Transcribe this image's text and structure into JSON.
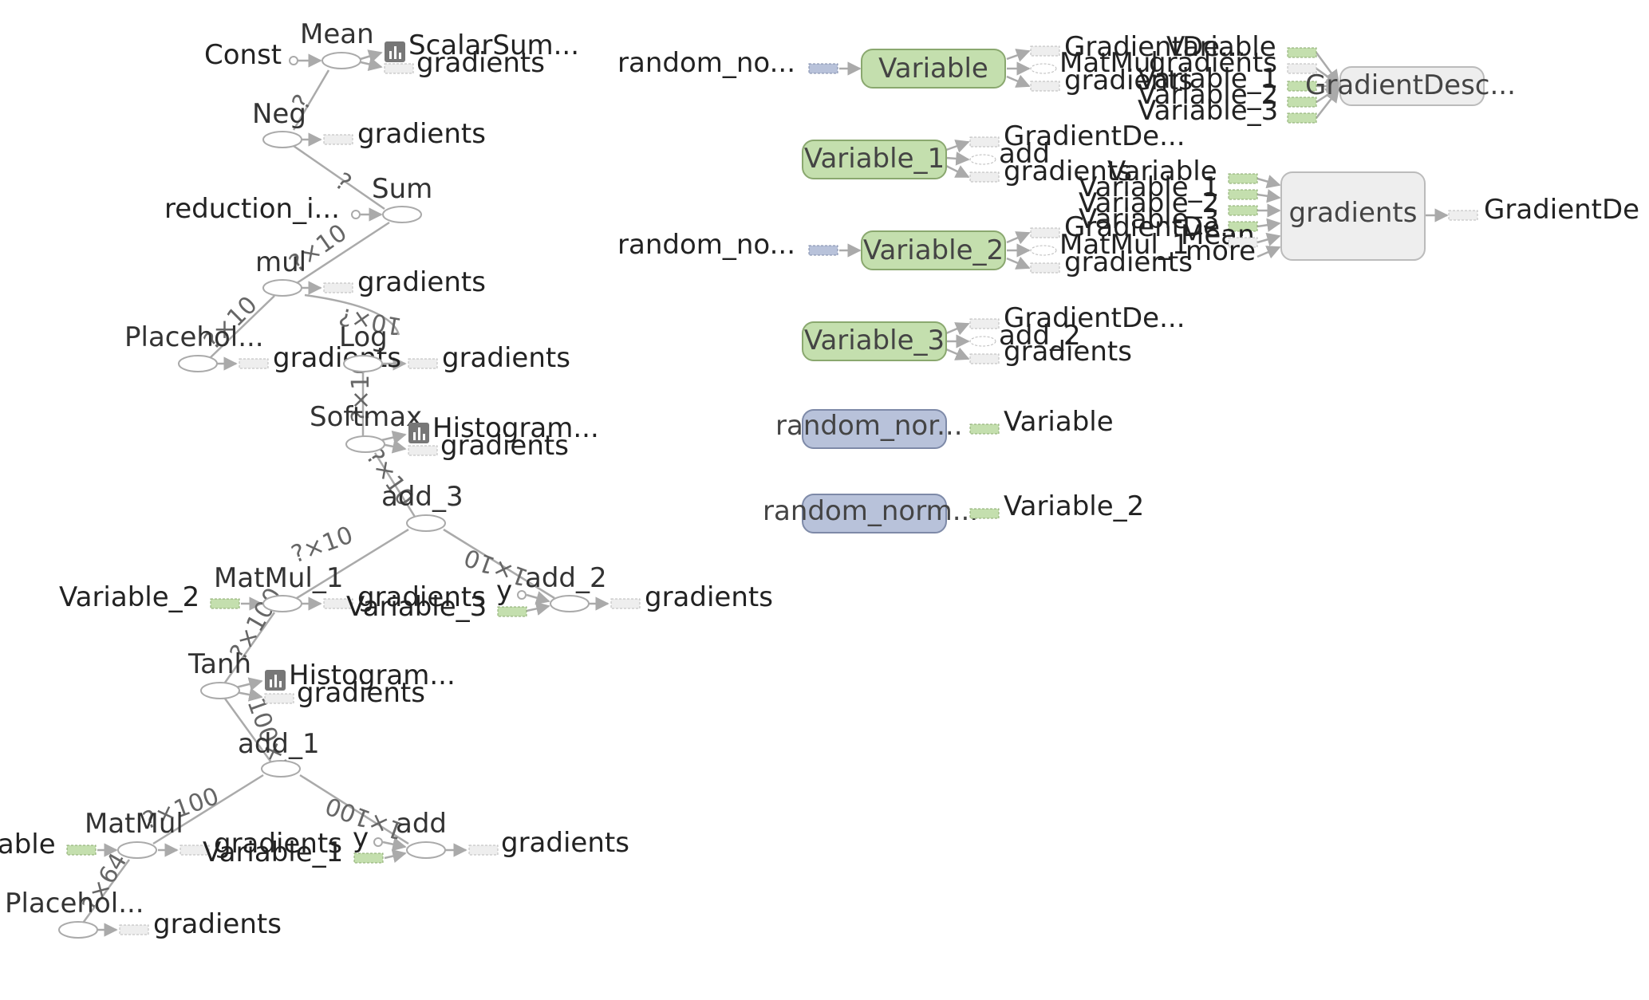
{
  "colors": {
    "edge": "#aaaaaa",
    "op_stroke": "#aaaaaa",
    "variable_fill": "#c4dfae",
    "variable_stroke": "#8aa86f",
    "random_fill": "#b8c2da",
    "random_stroke": "#7e8aa8",
    "gradient_fill": "#eeeeee",
    "gradient_stroke": "#bbbbbb",
    "summary_icon": "#777777"
  },
  "ops": [
    {
      "id": "const",
      "label": "Const"
    },
    {
      "id": "mean",
      "label": "Mean"
    },
    {
      "id": "neg",
      "label": "Neg"
    },
    {
      "id": "sum",
      "label": "Sum"
    },
    {
      "id": "reduction_i",
      "label": "reduction_i..."
    },
    {
      "id": "mul",
      "label": "mul"
    },
    {
      "id": "placeholder_top",
      "label": "Placehol..."
    },
    {
      "id": "log",
      "label": "Log"
    },
    {
      "id": "softmax",
      "label": "Softmax"
    },
    {
      "id": "add_3",
      "label": "add_3"
    },
    {
      "id": "matmul_1",
      "label": "MatMul_1"
    },
    {
      "id": "add_2",
      "label": "add_2"
    },
    {
      "id": "tanh",
      "label": "Tanh"
    },
    {
      "id": "add_1",
      "label": "add_1"
    },
    {
      "id": "matmul",
      "label": "MatMul"
    },
    {
      "id": "add",
      "label": "add"
    },
    {
      "id": "placeholder_bottom",
      "label": "Placehol..."
    }
  ],
  "side_labels": {
    "scalar_summary": "ScalarSum...",
    "histogram_softmax": "Histogram...",
    "histogram_tanh": "Histogram...",
    "gradients": "gradients",
    "variable_2": "Variable_2",
    "variable_3": "Variable_3",
    "variable_left": "Variable",
    "variable_1": "Variable_1",
    "y": "y",
    "random_no": "random_no..."
  },
  "edge_labels": {
    "q": "?",
    "q_x_10": "?×10",
    "ten_x_q": "10×?",
    "q_x_100": "?×100",
    "hundred_x_q": "100×?",
    "one_x_10": "1×10",
    "one_x_100": "1×100",
    "q_x_64": "?×64"
  },
  "right": {
    "variable": "Variable",
    "variable_1": "Variable_1",
    "variable_2": "Variable_2",
    "variable_3": "Variable_3",
    "random_nor": "random_nor...",
    "random_norm": "random_norm...",
    "gradients": "gradients",
    "gradient_descent": "GradientDesc...",
    "gradient_de": "GradientDe...",
    "gradient_de_out": "GradientDe",
    "matmul_short": "MatMul",
    "matmul_1_short": "MatMul_1",
    "add": "add",
    "add_2": "add_2",
    "variable_out": "Variable",
    "variable_2_out": "Variable_2",
    "in_variable": "Variable",
    "in_variable_1": "Variable_1",
    "in_variable_2": "Variable_2",
    "in_variable_3": "Variable_3",
    "in_mean": "Mean",
    "in_gradient_de": "GradientDe...",
    "in_more": "more"
  }
}
